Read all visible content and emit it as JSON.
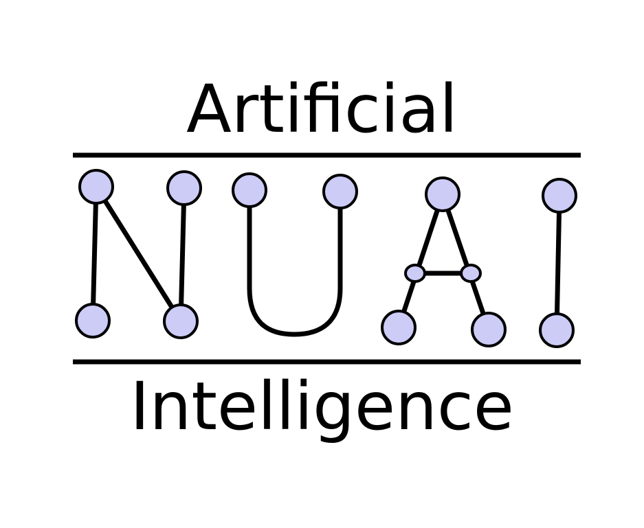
{
  "logo": {
    "top_word": "Artificial",
    "bottom_word": "Intelligence",
    "center_letters": "NUAI"
  },
  "colors": {
    "node_fill": "#ccccf7",
    "stroke": "#000000",
    "background": "#ffffff"
  }
}
